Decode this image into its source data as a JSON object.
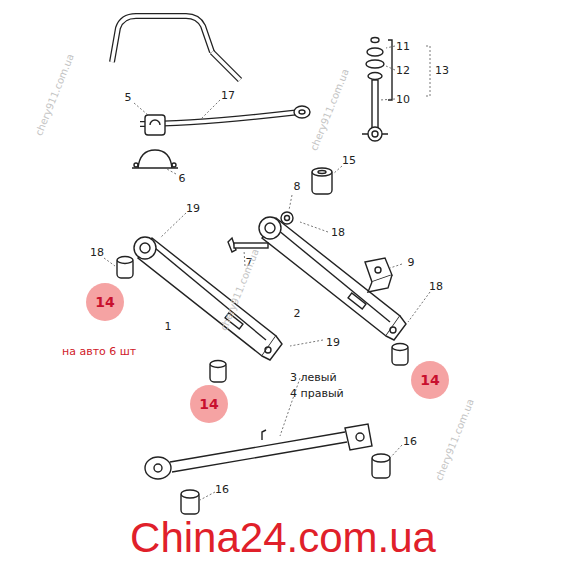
{
  "diagram": {
    "nodes": [
      {
        "text": [
          "14"
        ]
      },
      {
        "text": [
          "14"
        ]
      },
      {
        "text": [
          "14"
        ]
      }
    ],
    "labels": [
      "11",
      "12",
      "13",
      "10",
      "5",
      "17",
      "6",
      "15",
      "8",
      "19",
      "18",
      "18",
      "7",
      "9",
      "18",
      "2",
      "1",
      "19",
      "на авто 6 шт",
      "3 левый",
      "4 правый",
      "16",
      "16",
      "chery911.com.ua",
      "chery911.com.ua",
      "chery911.com.ua",
      "chery911.com.ua",
      "China24.com.ua"
    ]
  }
}
